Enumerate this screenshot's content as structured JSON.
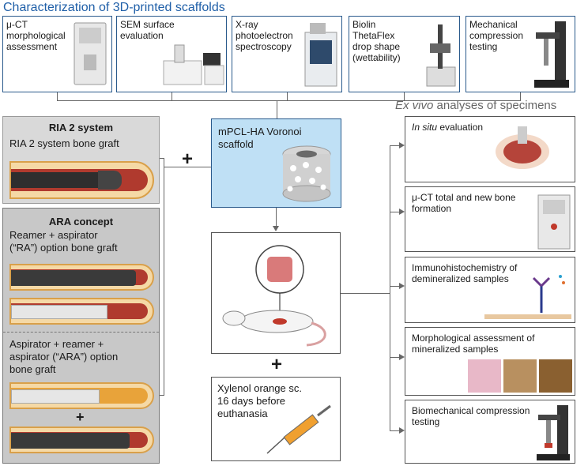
{
  "header": {
    "title": "Characterization of 3D-printed scaffolds"
  },
  "top_boxes": [
    {
      "label": "μ-CT\nmorphological\nassessment"
    },
    {
      "label": "SEM surface\nevaluation"
    },
    {
      "label": "X-ray\nphotoelectron\nspectroscopy"
    },
    {
      "label": "Biolin\nThetaFlex\ndrop shape\n(wettability)"
    },
    {
      "label": "Mechanical\ncompression\ntesting"
    }
  ],
  "ex_vivo": {
    "prefix": "Ex vivo",
    "rest": " analyses of specimens"
  },
  "right_boxes": [
    {
      "label_em": "In situ",
      "label": " evaluation"
    },
    {
      "label": "μ-CT total and new bone\nformation"
    },
    {
      "label": "Immunohistochemistry of\ndemineralized samples"
    },
    {
      "label": "Morphological assessment of\nmineralized samples"
    },
    {
      "label": "Biomechanical compression\ntesting"
    }
  ],
  "ria": {
    "title": "RIA 2 system",
    "text": "RIA 2 system bone graft"
  },
  "ara": {
    "title": "ARA concept",
    "ra_text": "Reamer + aspirator\n(“RA”) option bone graft",
    "ara_text": "Aspirator + reamer +\naspirator (“ARA”) option\nbone graft"
  },
  "scaffold": {
    "label": "mPCL-HA Voronoi\nscaffold"
  },
  "xylenol": {
    "label": "Xylenol orange sc.\n16 days before\neuthanasia"
  },
  "symbols": {
    "plus": "+"
  },
  "colors": {
    "title_blue": "#1f5fa8",
    "scaffold_fill": "#bfe0f5",
    "box_border": "#2a5a8c",
    "marrow": "#b03a2e",
    "bone": "#f5d9a6"
  }
}
